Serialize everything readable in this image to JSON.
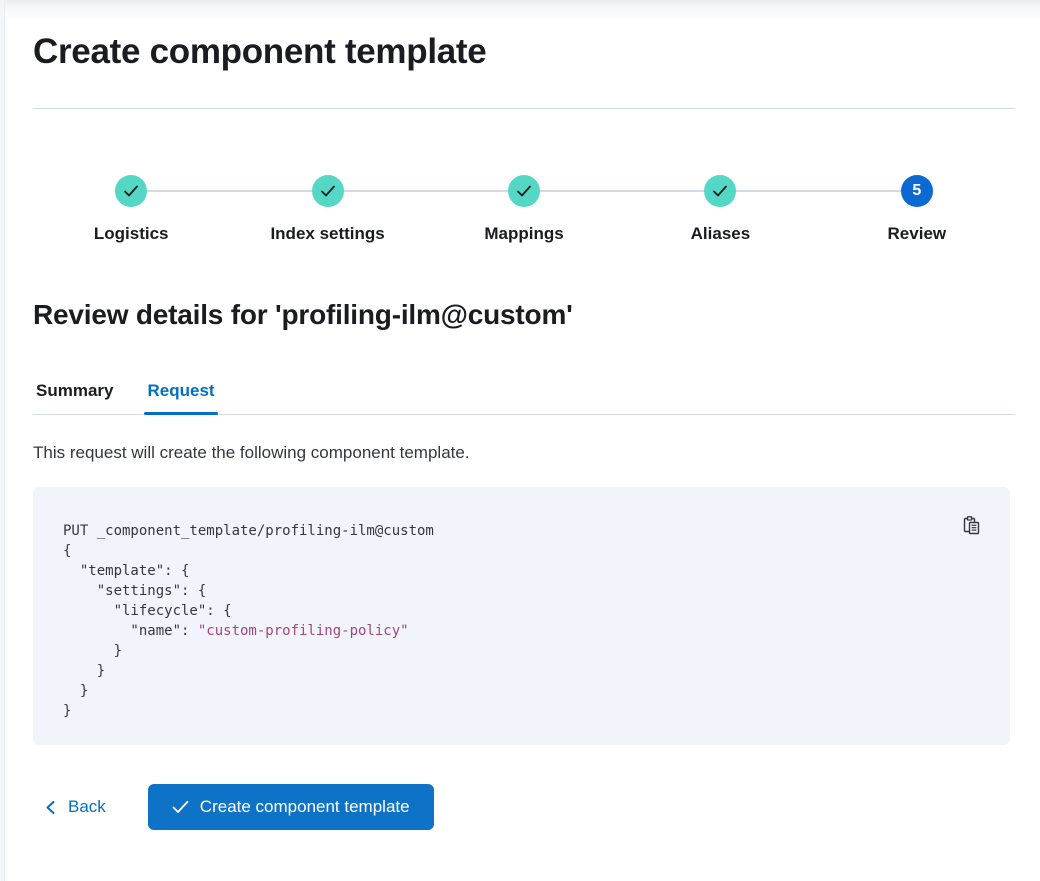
{
  "colors": {
    "success": "#54D7C5",
    "step_current": "#0B6AD1",
    "primary": "#0E73C7",
    "link": "#0071C2",
    "text": "#343741",
    "heading": "#1A1C21",
    "divider": "#D3DAE6",
    "code_bg": "#F1F4FA",
    "code_string": "#A8467A"
  },
  "page": {
    "title": "Create component template"
  },
  "stepper": {
    "steps": [
      {
        "label": "Logistics",
        "status": "complete",
        "icon": "check-icon"
      },
      {
        "label": "Index settings",
        "status": "complete",
        "icon": "check-icon"
      },
      {
        "label": "Mappings",
        "status": "complete",
        "icon": "check-icon"
      },
      {
        "label": "Aliases",
        "status": "complete",
        "icon": "check-icon"
      },
      {
        "label": "Review",
        "status": "current",
        "number": "5"
      }
    ]
  },
  "review": {
    "heading": "Review details for 'profiling-ilm@custom'",
    "description": "This request will create the following component template.",
    "tabs": [
      {
        "label": "Summary",
        "active": false
      },
      {
        "label": "Request",
        "active": true
      }
    ]
  },
  "code_block": {
    "copy_icon": "copy-clipboard-icon",
    "lines": [
      [
        {
          "text": "PUT _component_template/profiling-ilm@custom",
          "type": "plain"
        }
      ],
      [
        {
          "text": "{",
          "type": "plain"
        }
      ],
      [
        {
          "text": "  \"template\": {",
          "type": "plain"
        }
      ],
      [
        {
          "text": "    \"settings\": {",
          "type": "plain"
        }
      ],
      [
        {
          "text": "      \"lifecycle\": {",
          "type": "plain"
        }
      ],
      [
        {
          "text": "        \"name\": ",
          "type": "plain"
        },
        {
          "text": "\"custom-profiling-policy\"",
          "type": "string"
        }
      ],
      [
        {
          "text": "      }",
          "type": "plain"
        }
      ],
      [
        {
          "text": "    }",
          "type": "plain"
        }
      ],
      [
        {
          "text": "  }",
          "type": "plain"
        }
      ],
      [
        {
          "text": "}",
          "type": "plain"
        }
      ]
    ]
  },
  "footer": {
    "back_label": "Back",
    "submit_label": "Create component template"
  }
}
